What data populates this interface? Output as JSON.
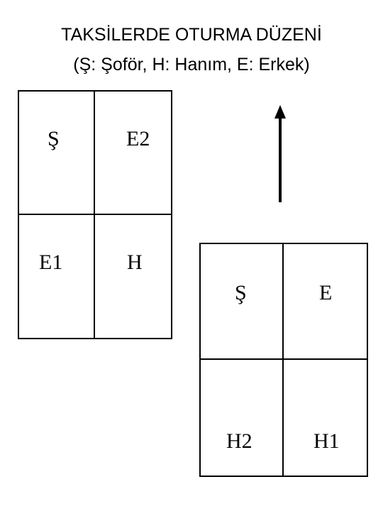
{
  "title": {
    "line1": "TAKSİLERDE OTURMA DÜZENİ",
    "line2": "(Ş: Şoför, H: Hanım, E: Erkek)"
  },
  "left_layout": {
    "seats": [
      "Ş",
      "E2",
      "E1",
      "H"
    ]
  },
  "right_layout": {
    "seats": [
      "Ş",
      "E",
      "H2",
      "H1"
    ]
  },
  "arrow": {
    "direction": "up",
    "icon": "up-arrow-icon",
    "color": "#000000"
  }
}
